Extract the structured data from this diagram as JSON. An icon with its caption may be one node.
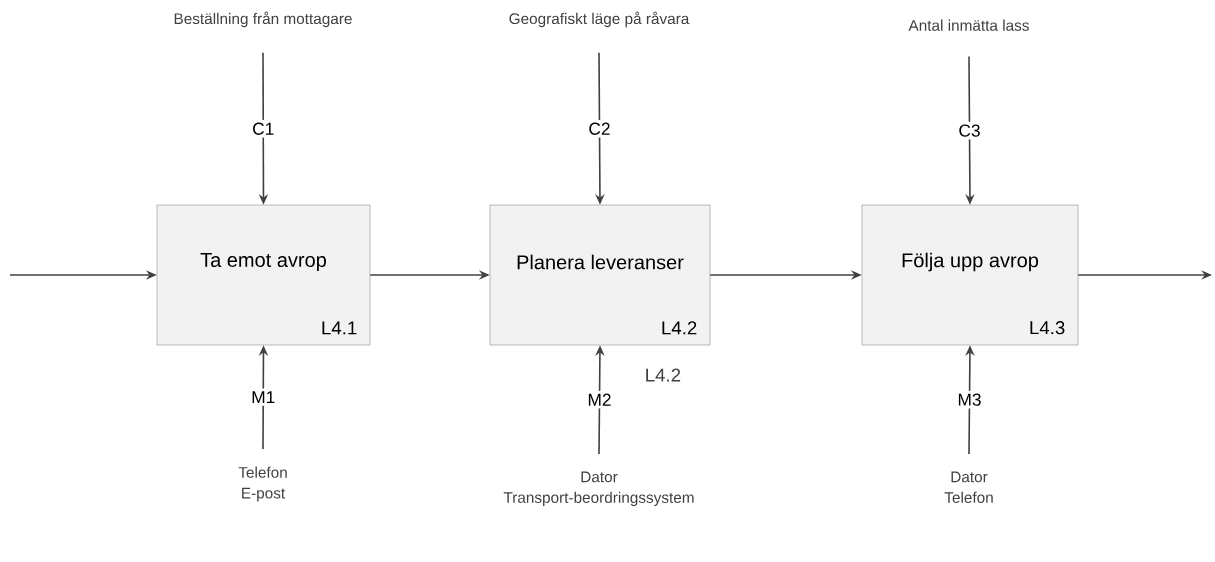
{
  "diagram": {
    "nodes": [
      {
        "text": [
          "Ta emot avrop",
          "L4.1"
        ]
      },
      {
        "text": [
          "Planera leveranser",
          "L4.2"
        ],
        "beside": [
          "L4.2"
        ]
      },
      {
        "text": [
          "Följa upp avrop",
          "L4.3"
        ]
      },
      {
        "text": [
          "Beställning från mottagare"
        ]
      },
      {
        "text": [
          "Geografiskt läge på råvara"
        ]
      },
      {
        "text": [
          "Antal inmätta lass"
        ]
      },
      {
        "text": [
          "Telefon",
          "E-post"
        ]
      },
      {
        "text": [
          "Dator",
          "Transport-beordringssystem"
        ]
      },
      {
        "text": [
          "Dator",
          "Telefon"
        ]
      }
    ],
    "edges": [
      {
        "from": null,
        "to": 0,
        "arrow": "to"
      },
      {
        "from": 0,
        "to": 1,
        "arrow": "to"
      },
      {
        "from": 1,
        "to": 2,
        "arrow": "to"
      },
      {
        "from": 2,
        "to": null,
        "arrow": "to"
      },
      {
        "from": 3,
        "to": 0,
        "arrow": "to",
        "label": "C1"
      },
      {
        "from": 4,
        "to": 1,
        "arrow": "to",
        "label": "C2"
      },
      {
        "from": 5,
        "to": 2,
        "arrow": "to",
        "label": "C3"
      },
      {
        "from": 6,
        "to": 0,
        "arrow": "to",
        "label": "M1"
      },
      {
        "from": 7,
        "to": 1,
        "arrow": "to",
        "label": "M2"
      },
      {
        "from": 8,
        "to": 2,
        "arrow": "to",
        "label": "M3"
      }
    ]
  }
}
